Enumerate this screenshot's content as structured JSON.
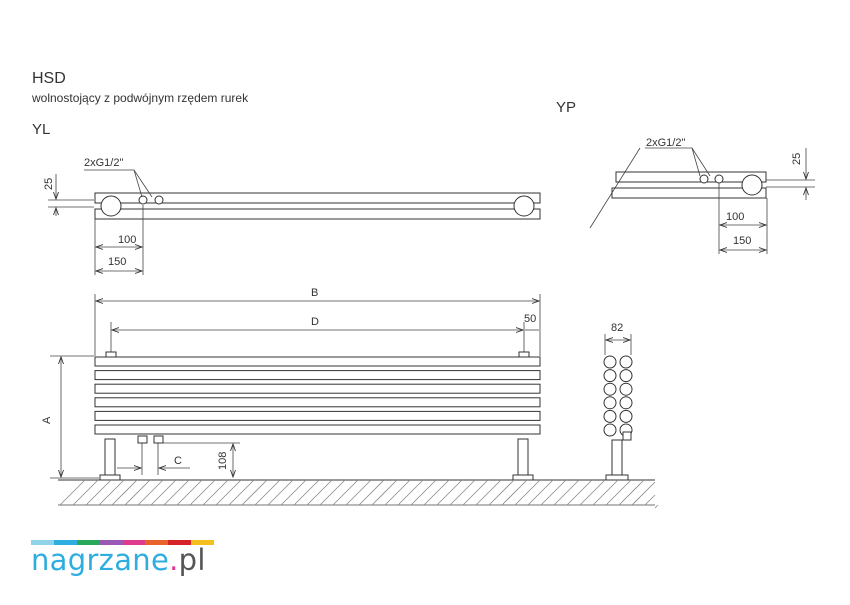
{
  "header": {
    "model": "HSD",
    "subtitle": "wolnostojący z podwójnym rzędem rurek"
  },
  "views": {
    "left": {
      "label": "YL",
      "connection": "2xG1/2\"",
      "dim_height": "25",
      "dim_inner": "100",
      "dim_outer": "150"
    },
    "right": {
      "label": "YP",
      "connection": "2xG1/2\"",
      "dim_height": "25",
      "dim_inner": "100",
      "dim_outer": "150"
    }
  },
  "front": {
    "dim_total": "B",
    "dim_spacing": "D",
    "dim_offset": "50",
    "dim_height": "A",
    "dim_connection": "C",
    "dim_floor": "108"
  },
  "side": {
    "dim_depth": "82"
  },
  "logo": {
    "text_main": "nagrzane",
    "text_dot": ".",
    "text_tld": "pl",
    "colors": [
      "#8ed3e8",
      "#2eaee0",
      "#27a85a",
      "#9b59b6",
      "#e03a8c",
      "#e8632a",
      "#d6232a",
      "#f4c020"
    ]
  }
}
